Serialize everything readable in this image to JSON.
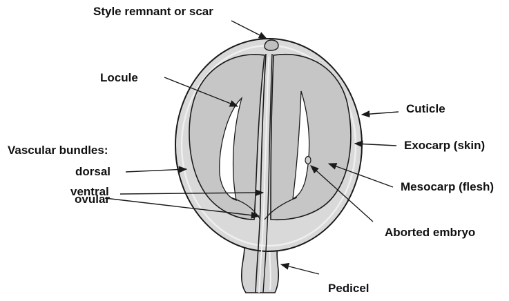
{
  "labels": {
    "style": "Style remnant or scar",
    "locule": "Locule",
    "cuticle": "Cuticle",
    "vascular_bundles": "Vascular bundles:",
    "dorsal": "dorsal",
    "exocarp": "Exocarp (skin)",
    "ventral": "ventral",
    "mesocarp": "Mesocarp (flesh)",
    "ovular": "ovular",
    "aborted_embryo": "Aborted embryo",
    "pedicel": "Pedicel"
  },
  "colors": {
    "skin": "#d9d9d9",
    "flesh": "#c6c6c6",
    "outline": "#1a1a1a",
    "highlight": "#efefef"
  }
}
